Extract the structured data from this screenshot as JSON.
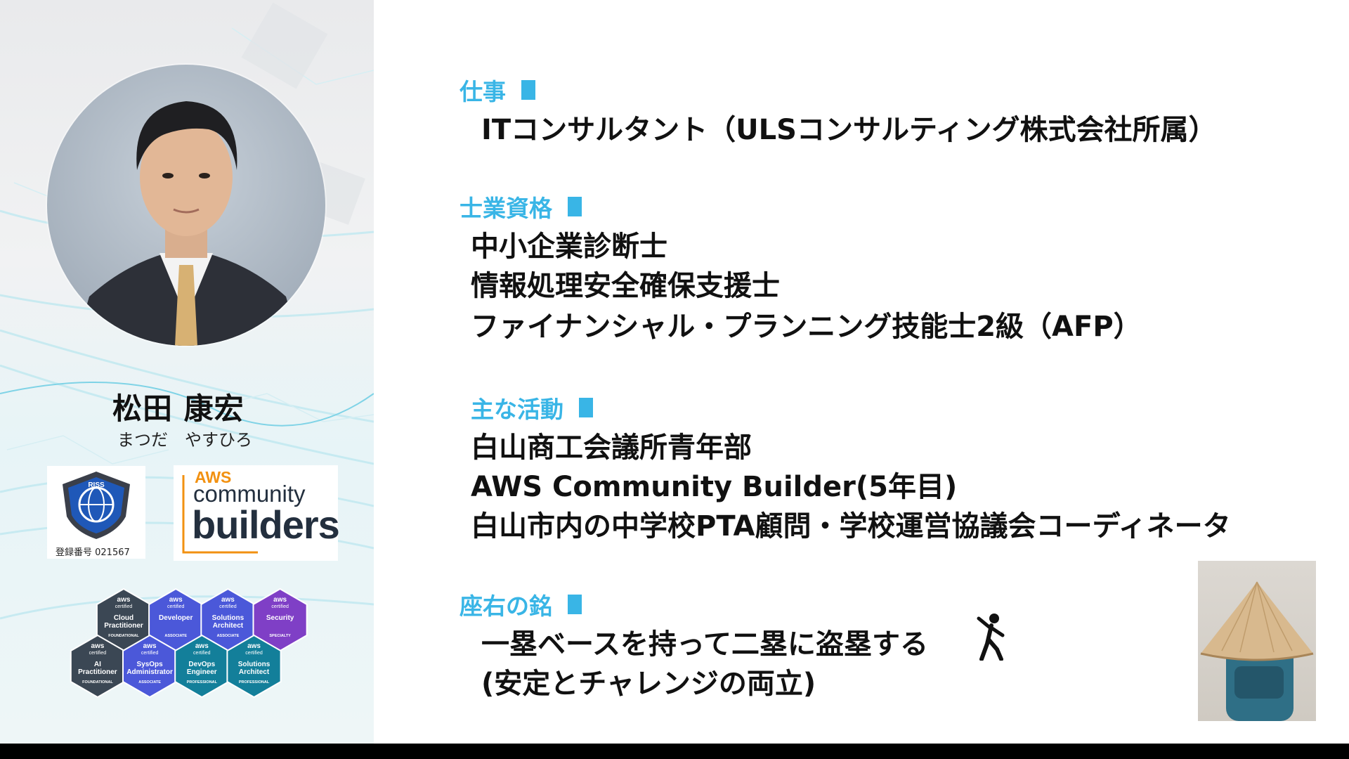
{
  "profile": {
    "name": "松田 康宏",
    "reading": "まつだ　やすひろ",
    "rissp_registration": "登録番号 021567",
    "rissp_logo_text": "RISS",
    "community_builders": {
      "aws": "AWS",
      "community": "community",
      "builders": "builders"
    }
  },
  "cert_badges": [
    {
      "aws": "aws",
      "sub": "certified",
      "name1": "Cloud",
      "name2": "Practitioner",
      "level": "FOUNDATIONAL",
      "color": "#3b4754"
    },
    {
      "aws": "aws",
      "sub": "certified",
      "name1": "Developer",
      "name2": "",
      "level": "ASSOCIATE",
      "color": "#4b58d9"
    },
    {
      "aws": "aws",
      "sub": "certified",
      "name1": "Solutions",
      "name2": "Architect",
      "level": "ASSOCIATE",
      "color": "#4b58d9"
    },
    {
      "aws": "aws",
      "sub": "certified",
      "name1": "Security",
      "name2": "",
      "level": "SPECIALTY",
      "color": "#7f3fc6"
    },
    {
      "aws": "aws",
      "sub": "certified",
      "name1": "AI",
      "name2": "Practitioner",
      "level": "FOUNDATIONAL",
      "color": "#3b4754"
    },
    {
      "aws": "aws",
      "sub": "certified",
      "name1": "SysOps",
      "name2": "Administrator",
      "level": "ASSOCIATE",
      "color": "#4b58d9"
    },
    {
      "aws": "aws",
      "sub": "certified",
      "name1": "DevOps",
      "name2": "Engineer",
      "level": "PROFESSIONAL",
      "color": "#137f9a"
    },
    {
      "aws": "aws",
      "sub": "certified",
      "name1": "Solutions",
      "name2": "Architect",
      "level": "PROFESSIONAL",
      "color": "#137f9a"
    }
  ],
  "sections": {
    "job": {
      "title": "仕事",
      "lines": [
        "ITコンサルタント（ULSコンサルティング株式会社所属）"
      ]
    },
    "qualifications": {
      "title": "士業資格",
      "lines": [
        "中小企業診断士",
        "情報処理安全確保支援士",
        "ファイナンシャル・プランニング技能士2級（AFP）"
      ]
    },
    "activities": {
      "title": "主な活動",
      "lines": [
        "白山商工会議所青年部",
        "AWS Community Builder(5年目)",
        "白山市内の中学校PTA顧問・学校運営協議会コーディネータ"
      ]
    },
    "motto": {
      "title": "座右の銘",
      "lines": [
        "一塁ベースを持って二塁に盗塁する",
        "(安定とチャレンジの両立)"
      ]
    }
  },
  "colors": {
    "accent": "#39b5e6",
    "text": "#111111",
    "background": "#ffffff"
  }
}
